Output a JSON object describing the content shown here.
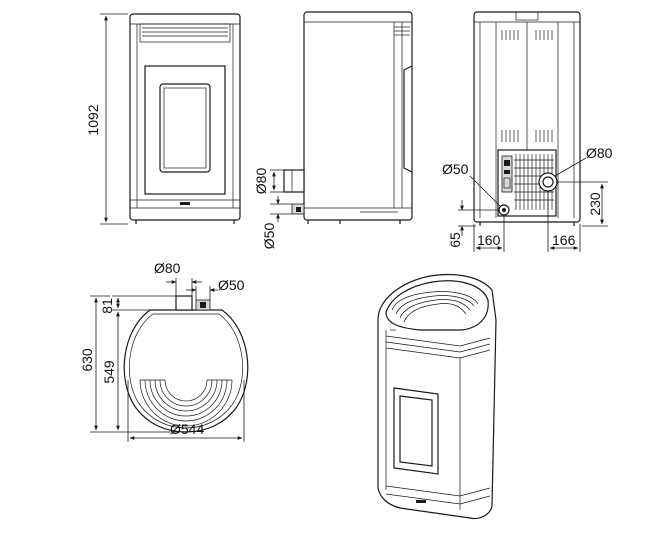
{
  "views": {
    "front": {
      "height_label": "1092"
    },
    "side": {
      "d80_label": "Ø80",
      "d50_label": "Ø50"
    },
    "back": {
      "d50_label": "Ø50",
      "d80_label": "Ø80",
      "h230_label": "230",
      "h65_label": "65",
      "w160_label": "160",
      "w166_label": "166"
    },
    "top": {
      "d80_label": "Ø80",
      "d50_label": "Ø50",
      "d81_label": "81",
      "d630_label": "630",
      "d549_label": "549",
      "w544_label": "Ø544"
    }
  },
  "colors": {
    "line": "#1a1a1a",
    "background": "#ffffff"
  }
}
